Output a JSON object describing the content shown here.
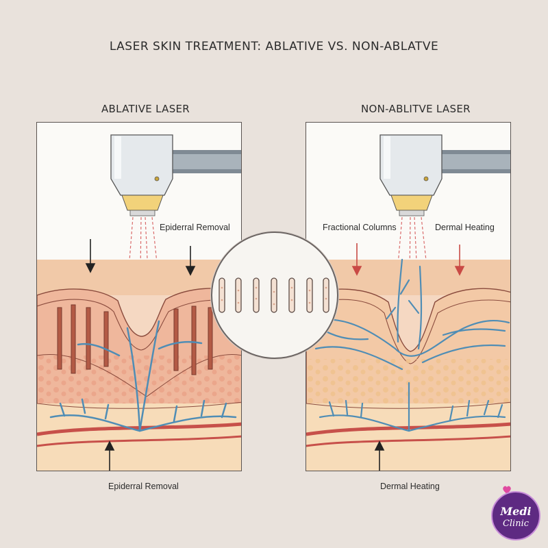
{
  "title": "LASER SKIN TREATMENT: ABLATIVE VS. NON-ABLATVE",
  "left_panel": {
    "heading": "ABLATIVE LASER",
    "label_top": "Epiderral Removal",
    "caption": "Epiderral Removal"
  },
  "right_panel": {
    "heading": "NON-ABLITVE LASER",
    "label_left": "Fractional Columns",
    "label_right": "Dermal Heating",
    "caption": "Dermal Heating"
  },
  "logo": {
    "line1": "Medi",
    "line2": "Clinic"
  },
  "colors": {
    "background": "#e9e2dc",
    "skin_surface": "#f1c9a8",
    "dermis": "#efb79c",
    "fat": "#f7dcb9",
    "vessel_blue": "#4f8db5",
    "vessel_red": "#c7504a",
    "arrow_red": "#c94a45",
    "beam": "#d96a6a"
  }
}
